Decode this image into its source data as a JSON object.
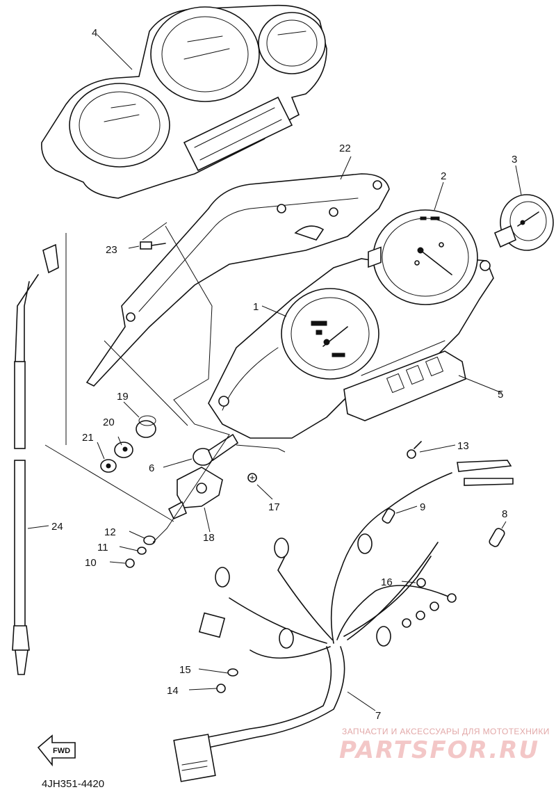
{
  "diagram": {
    "parts": [
      {
        "id": "1",
        "label": "1"
      },
      {
        "id": "2",
        "label": "2"
      },
      {
        "id": "3",
        "label": "3"
      },
      {
        "id": "4",
        "label": "4"
      },
      {
        "id": "5",
        "label": "5"
      },
      {
        "id": "6",
        "label": "6"
      },
      {
        "id": "7",
        "label": "7"
      },
      {
        "id": "8",
        "label": "8"
      },
      {
        "id": "9",
        "label": "9"
      },
      {
        "id": "10",
        "label": "10"
      },
      {
        "id": "11",
        "label": "11"
      },
      {
        "id": "12",
        "label": "12"
      },
      {
        "id": "13",
        "label": "13"
      },
      {
        "id": "14",
        "label": "14"
      },
      {
        "id": "15",
        "label": "15"
      },
      {
        "id": "16",
        "label": "16"
      },
      {
        "id": "17",
        "label": "17"
      },
      {
        "id": "18",
        "label": "18"
      },
      {
        "id": "19",
        "label": "19"
      },
      {
        "id": "20",
        "label": "20"
      },
      {
        "id": "21",
        "label": "21"
      },
      {
        "id": "22",
        "label": "22"
      },
      {
        "id": "23",
        "label": "23"
      },
      {
        "id": "24",
        "label": "24"
      }
    ],
    "fwd_label": "FWD",
    "diagram_code": "4JH351-4420"
  },
  "watermark": {
    "subtitle": "ЗАПЧАСТИ И АКСЕССУАРЫ ДЛЯ МОТОТЕХНИКИ",
    "brand": "PARTSFOR.RU",
    "color": "#f3c7c7"
  }
}
